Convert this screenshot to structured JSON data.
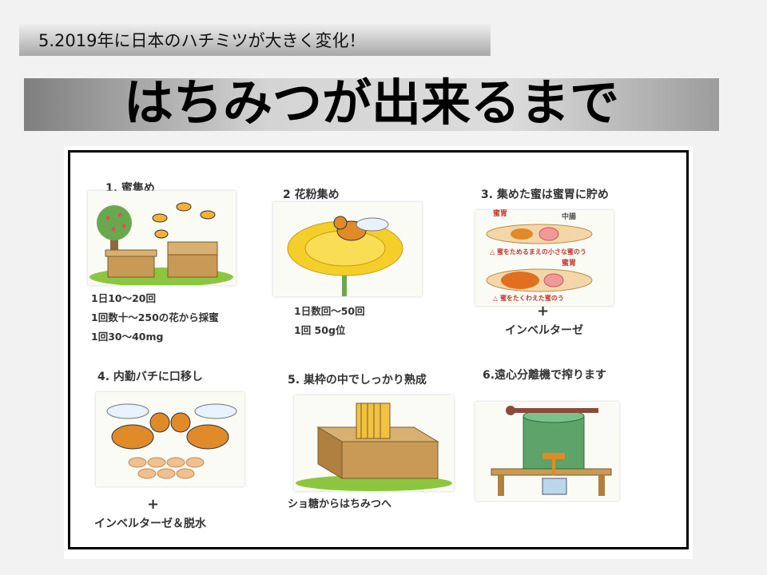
{
  "header": {
    "section_title": "5.2019年に日本のハチミツが大きく変化！"
  },
  "title": "はちみつが出来るまで",
  "steps": [
    {
      "label": "1. 蜜集め",
      "captions": [
        "1日10～20回",
        "1回数十～250の花から採蜜",
        "1回30～40mg"
      ]
    },
    {
      "label": "2 花粉集め",
      "captions": [
        "1日数回～50回",
        "1回 50g位"
      ]
    },
    {
      "label": "3. 集めた蜜は蜜胃に貯め",
      "annotations": [
        "蜜胃",
        "中腸",
        "△ 蜜をためるまえの小さな蜜のう",
        "蜜胃",
        "△ 蜜をたくわえた蜜のう"
      ],
      "plus": "+",
      "enzyme": "インベルターゼ"
    },
    {
      "label": "4. 内勤バチに口移し",
      "plus": "+",
      "enzyme": "インベルターゼ＆脱水"
    },
    {
      "label": "5. 巣枠の中でしっかり熟成",
      "caption": "ショ糖からはちみつへ"
    },
    {
      "label": "6.遠心分離機で搾ります"
    }
  ],
  "colors": {
    "honey": "#e08a2a",
    "flower": "#f4cf2a",
    "wood": "#c89a55",
    "grass": "#8cc63f"
  }
}
